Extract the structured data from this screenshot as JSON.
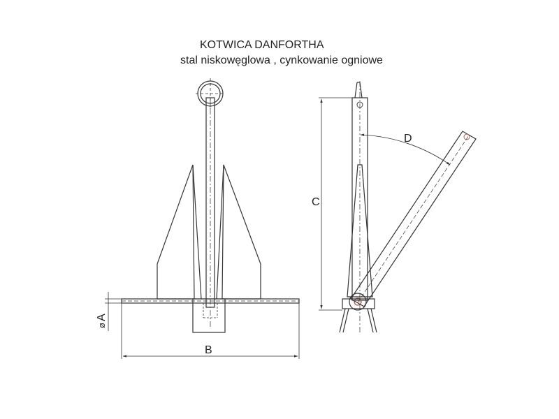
{
  "title": "KOTWICA DANFORTHA",
  "subtitle": "stal niskowęglowa , cynkowanie ogniowe",
  "dimensions": {
    "a": "A",
    "a_prefix": "ø",
    "b": "B",
    "c": "C",
    "d": "D"
  },
  "colors": {
    "line": "#333333",
    "hidden_line": "#555555",
    "pivot_accent": "#b0504a"
  }
}
